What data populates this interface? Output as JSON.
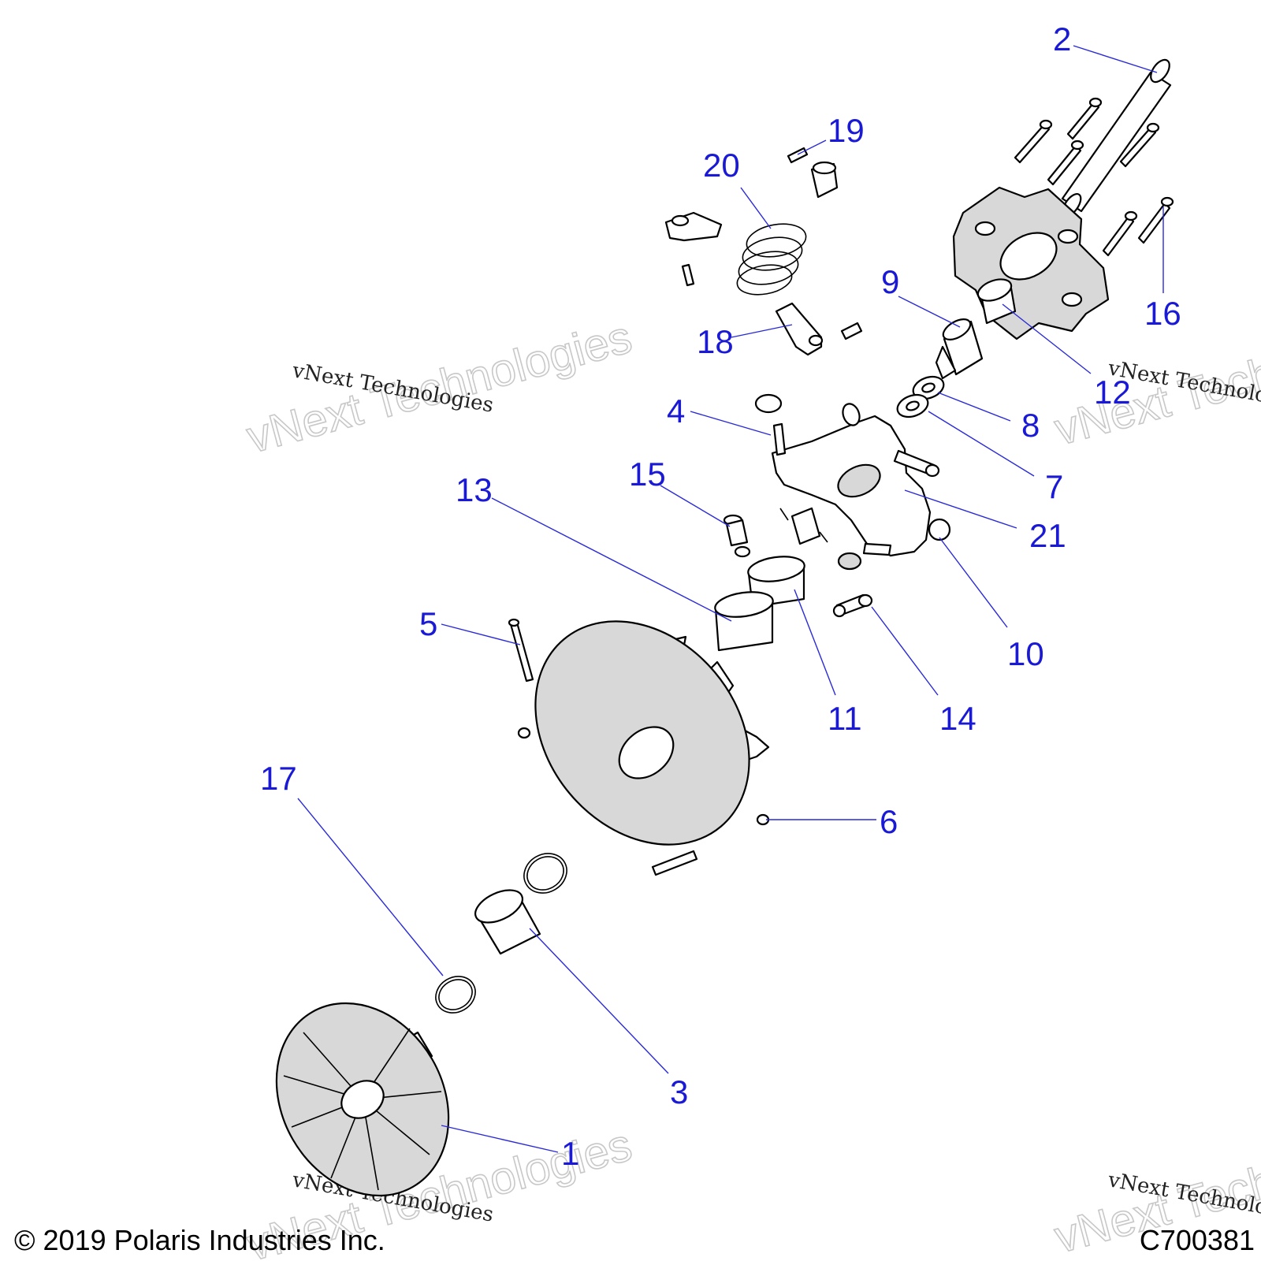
{
  "diagram": {
    "copyright": "© 2019 Polaris Industries Inc.",
    "drawing_id": "C700381",
    "watermark_big": "vNext Technologies",
    "watermark_small": "vNext Technologies",
    "callouts": [
      "1",
      "2",
      "3",
      "4",
      "5",
      "6",
      "7",
      "8",
      "9",
      "10",
      "11",
      "12",
      "13",
      "14",
      "15",
      "16",
      "17",
      "18",
      "19",
      "20",
      "21"
    ]
  }
}
